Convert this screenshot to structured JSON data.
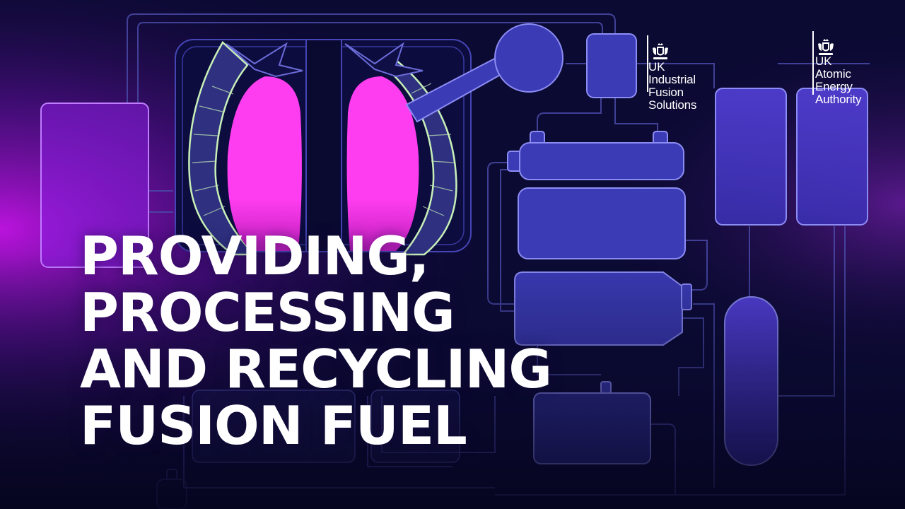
{
  "headline": {
    "line1": "PROVIDING,",
    "line2": "PROCESSING",
    "line3": "AND RECYCLING",
    "line4": "FUSION FUEL"
  },
  "logos": {
    "ukifs": {
      "line1": "UK Industrial",
      "line2": "Fusion Solutions",
      "icon": "royal-crest-icon"
    },
    "ukaea": {
      "line1": "UK Atomic",
      "line2": "Energy",
      "line3": "Authority",
      "icon": "royal-crest-icon"
    }
  },
  "colors": {
    "background": "#0b0a33",
    "component_fill": "#3b3bb5",
    "component_stroke": "#8c8cf5",
    "pipe": "#4a4aa8",
    "plasma": "#ff3df0",
    "left_glow": "#b012d9",
    "blanket_outline": "#c7f0b8"
  }
}
